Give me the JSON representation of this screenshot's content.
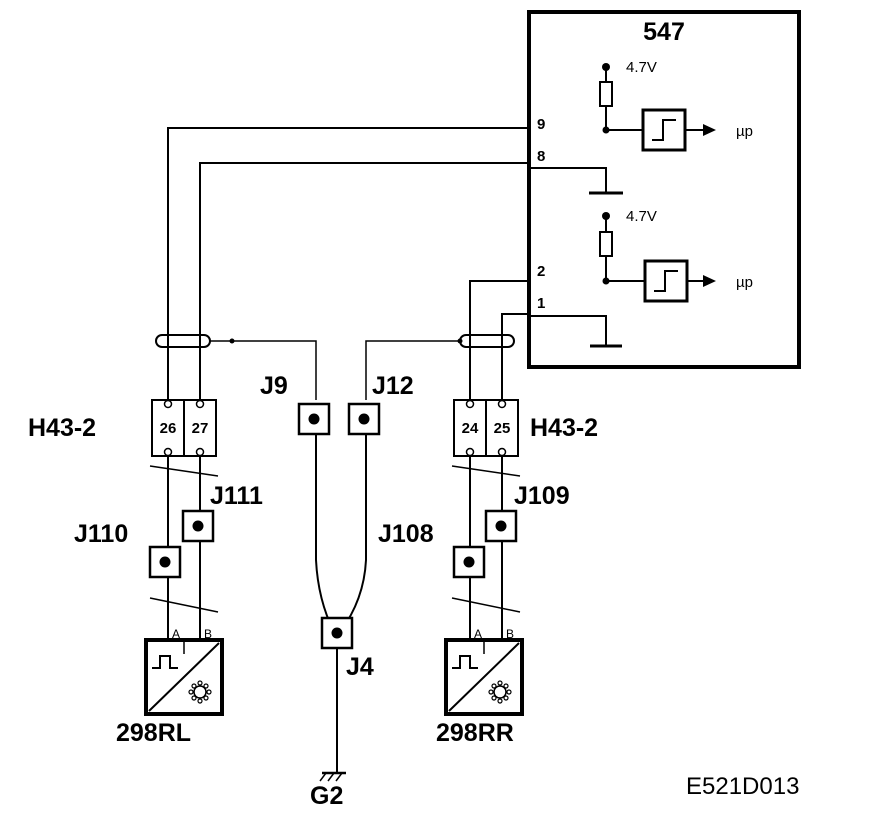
{
  "module": {
    "id": "547",
    "pins": [
      "9",
      "8",
      "2",
      "1"
    ],
    "voltage_top": "4.7V",
    "voltage_bottom": "4.7V",
    "output_top": "µp",
    "output_bottom": "µp"
  },
  "connectors": {
    "left_id": "H43-2",
    "left_pins": [
      "26",
      "27"
    ],
    "right_id": "H43-2",
    "right_pins": [
      "24",
      "25"
    ]
  },
  "junctions": {
    "j9": "J9",
    "j12": "J12",
    "j111": "J111",
    "j110": "J110",
    "j109": "J109",
    "j108": "J108",
    "j4": "J4"
  },
  "sensors": {
    "left_id": "298RL",
    "left_pin_a": "A",
    "left_pin_b": "B",
    "right_id": "298RR",
    "right_pin_a": "A",
    "right_pin_b": "B"
  },
  "ground": {
    "id": "G2"
  },
  "figure_code": "E521D013"
}
